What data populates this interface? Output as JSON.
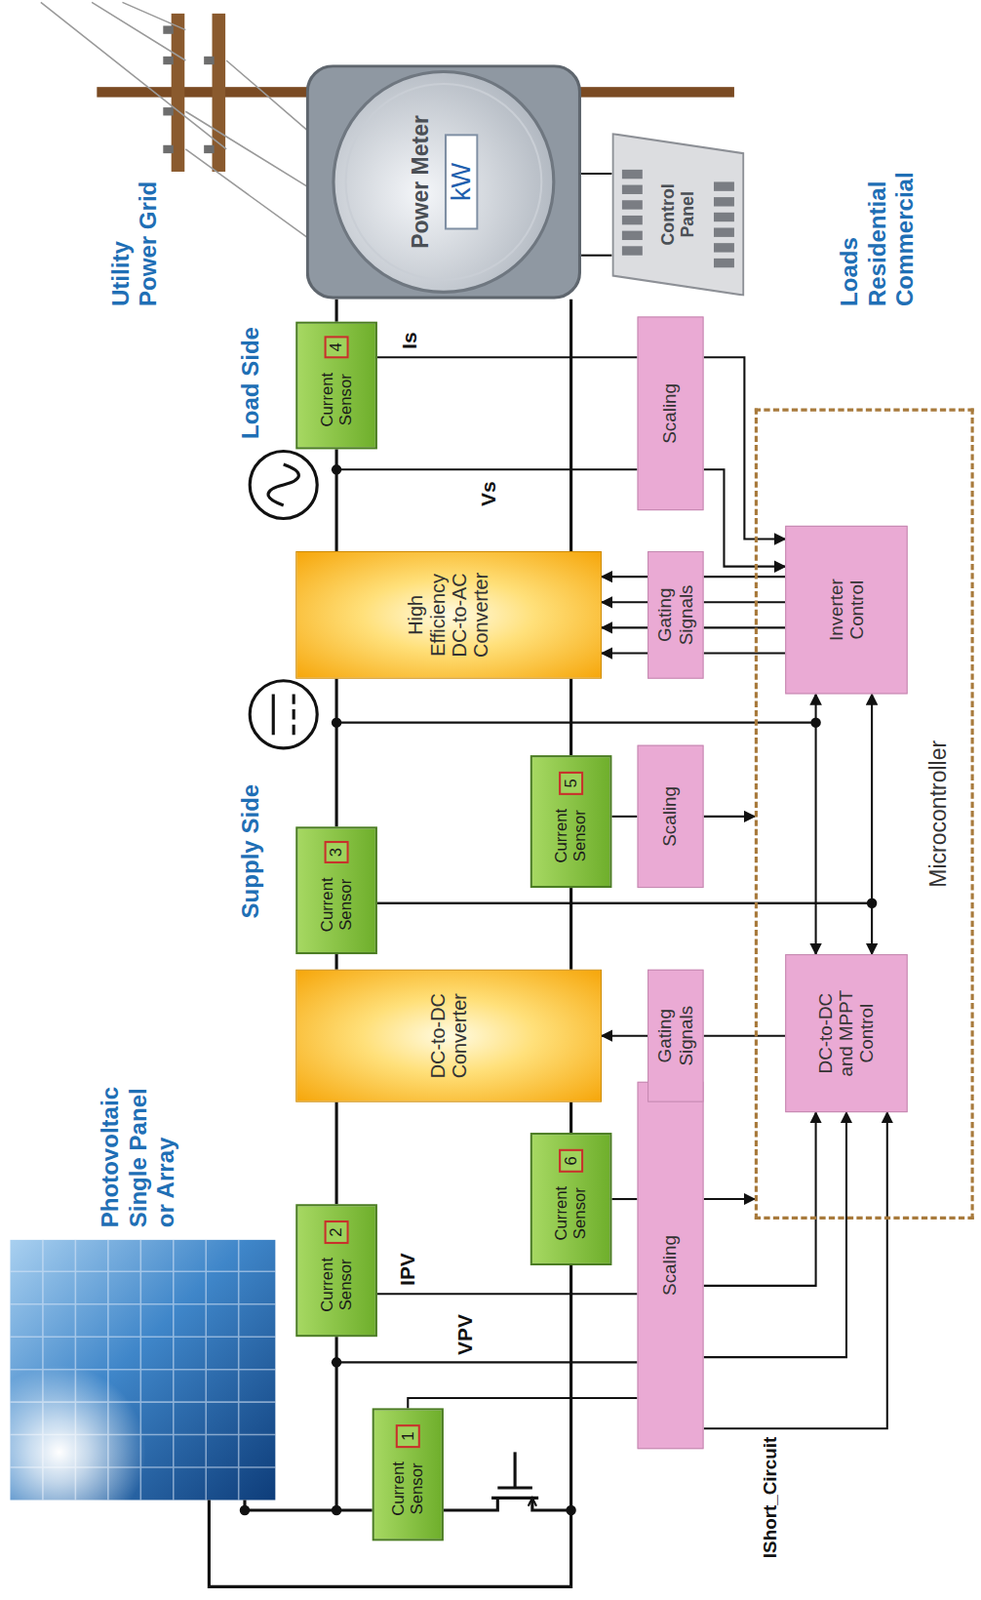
{
  "diagram": {
    "nodes": [
      {
        "text": [
          "Current Sensor",
          "1"
        ]
      },
      {
        "text": [
          "Current Sensor",
          "2"
        ]
      },
      {
        "text": [
          "Current Sensor",
          "6"
        ]
      },
      {
        "text": [
          "Scaling"
        ]
      },
      {
        "text": [
          "DC-to-DC Converter"
        ]
      },
      {
        "text": [
          "Gating Signals"
        ]
      },
      {
        "text": [
          "Microcontroller"
        ]
      },
      {
        "text": [
          "DC-to-DC and MPPT Control"
        ],
        "in": 6
      },
      {
        "text": [
          "Current Sensor",
          "3"
        ]
      },
      {
        "text": [
          "Current Sensor",
          "5"
        ]
      },
      {
        "text": [
          "Scaling"
        ]
      },
      {
        "text": [
          "High Efficiency DC-to-AC Converter"
        ]
      },
      {
        "text": [
          "Gating Signals"
        ]
      },
      {
        "text": [
          "Inverter Control"
        ],
        "in": 6
      },
      {
        "text": [
          "Current Sensor",
          "4"
        ]
      },
      {
        "text": [
          "Scaling"
        ]
      },
      {
        "text": [
          "Power Meter",
          "kW"
        ]
      },
      {
        "text": [
          "Control Panel"
        ]
      }
    ],
    "edges": [
      {
        "from": 0,
        "to": 3,
        "arrow": "none"
      },
      {
        "from": 1,
        "to": 3,
        "arrow": "none"
      },
      {
        "from": 2,
        "to": 3,
        "arrow": "none"
      },
      {
        "from": 3,
        "to": 7,
        "arrow": "to"
      },
      {
        "from": 3,
        "to": 7,
        "arrow": "to"
      },
      {
        "from": 3,
        "to": 7,
        "arrow": "to"
      },
      {
        "from": 3,
        "to": 6,
        "arrow": "to"
      },
      {
        "from": 7,
        "to": 5,
        "arrow": "none"
      },
      {
        "from": 5,
        "to": 4,
        "arrow": "to"
      },
      {
        "from": 1,
        "to": 4,
        "arrow": "none"
      },
      {
        "from": 2,
        "to": 4,
        "arrow": "none"
      },
      {
        "from": 4,
        "to": 8,
        "arrow": "none"
      },
      {
        "from": 4,
        "to": 9,
        "arrow": "none"
      },
      {
        "from": 8,
        "to": 11,
        "arrow": "none"
      },
      {
        "from": 9,
        "to": 11,
        "arrow": "none"
      },
      {
        "from": 8,
        "to": 7,
        "arrow": "to"
      },
      {
        "from": 8,
        "to": 13,
        "arrow": "to"
      },
      {
        "from": 7,
        "to": 13,
        "arrow": "both"
      },
      {
        "from": 9,
        "to": 10,
        "arrow": "none"
      },
      {
        "from": 10,
        "to": 6,
        "arrow": "to"
      },
      {
        "from": 13,
        "to": 12,
        "arrow": "none"
      },
      {
        "from": 13,
        "to": 12,
        "arrow": "none"
      },
      {
        "from": 13,
        "to": 12,
        "arrow": "none"
      },
      {
        "from": 13,
        "to": 12,
        "arrow": "none"
      },
      {
        "from": 12,
        "to": 11,
        "arrow": "to"
      },
      {
        "from": 12,
        "to": 11,
        "arrow": "to"
      },
      {
        "from": 12,
        "to": 11,
        "arrow": "to"
      },
      {
        "from": 12,
        "to": 11,
        "arrow": "to"
      },
      {
        "from": 11,
        "to": 14,
        "arrow": "none"
      },
      {
        "from": 14,
        "to": 16,
        "arrow": "none"
      },
      {
        "from": 11,
        "to": 16,
        "arrow": "none"
      },
      {
        "from": 14,
        "to": 15,
        "arrow": "none"
      },
      {
        "from": 15,
        "to": 13,
        "arrow": "to"
      },
      {
        "from": 15,
        "to": 13,
        "arrow": "to"
      },
      {
        "from": 16,
        "to": 17,
        "arrow": "none"
      },
      {
        "from": 16,
        "to": 17,
        "arrow": "none"
      }
    ],
    "labels": [
      "Photovoltaic Single Panel or Array",
      "Supply Side",
      "Load Side",
      "Utility Power Grid",
      "Loads Residential Commercial",
      "VPV",
      "IPV",
      "IShort_Circuit",
      "Vs",
      "Is"
    ]
  }
}
